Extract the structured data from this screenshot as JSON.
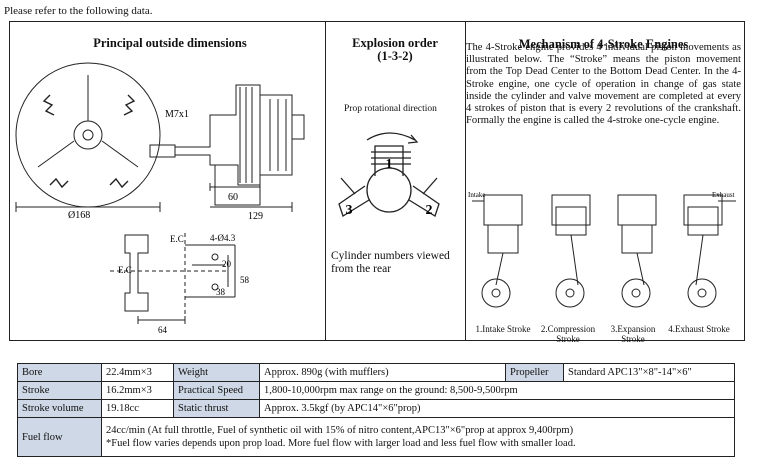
{
  "intro": "Please refer to the following data.",
  "panels": {
    "dims": {
      "title": "Principal outside dimensions",
      "labels": {
        "m7": "M7x1",
        "dia168": "Ø168",
        "d60": "60",
        "d129": "129",
        "ec_top": "E.C",
        "holes": "4-Ø4.3",
        "d20": "20",
        "d38": "38",
        "d58": "58",
        "ec_left": "E.C",
        "d64": "64"
      }
    },
    "explosion": {
      "title": "Explosion order",
      "sub": "(1-3-2)",
      "rot": "Prop rotational direction",
      "cyl_labels": [
        "1",
        "3",
        "2"
      ],
      "cyl_note": "Cylinder numbers viewed from the rear"
    },
    "mechanism": {
      "title": "Mechanism of 4-Stroke Engines",
      "text": "The 4-Stroke engine provides 4 individual piston movements as illustrated below. The “Stroke” means the piston movement from the Top Dead Center to the Bottom Dead Center. In the 4-Stroke engine, one cycle of operation in change of gas state inside the cylinder and valve movement are completed at every 4 strokes of piston that is every 2 revolutions of the crankshaft. Formally the engine is called the 4-stroke one-cycle engine.",
      "intake": "Intake",
      "exhaust": "Exhaust",
      "strokes": [
        "1.Intake Stroke",
        "2.Compression Stroke",
        "3.Expansion Stroke",
        "4.Exhaust Stroke"
      ]
    }
  },
  "spec": {
    "bore_label": "Bore",
    "bore": "22.4mm×3",
    "weight_label": "Weight",
    "weight": "Approx. 890g (with mufflers)",
    "propeller_label": "Propeller",
    "propeller": "Standard APC13\"×8\"-14\"×6\"",
    "stroke_label": "Stroke",
    "stroke": "16.2mm×3",
    "speed_label": "Practical Speed",
    "speed": "1,800-10,000rpm   max range on the ground: 8,500-9,500rpm",
    "volume_label": "Stroke volume",
    "volume": "19.18cc",
    "thrust_label": "Static thrust",
    "thrust": "Approx. 3.5kgf (by APC14\"×6\"prop)",
    "fuel_label": "Fuel flow",
    "fuel1": "24cc/min (At full throttle, Fuel of synthetic oil with 15% of nitro content,APC13\"×6\"prop at approx 9,400rpm)",
    "fuel2": "*Fuel flow varies depends upon prop load. More fuel flow with larger load and less fuel flow with smaller load."
  }
}
